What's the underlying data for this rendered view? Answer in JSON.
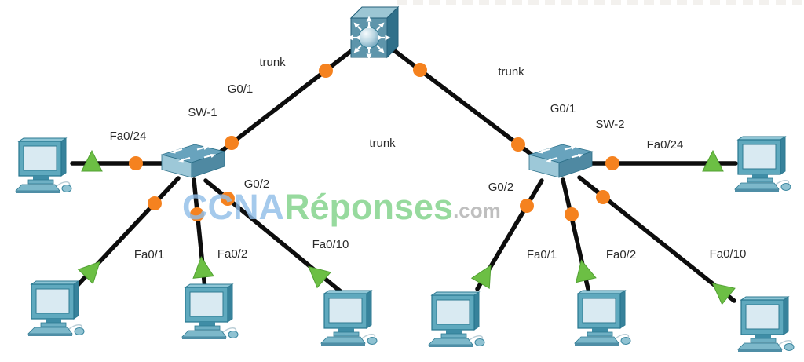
{
  "labels": {
    "sw1": "SW-1",
    "sw2": "SW-2",
    "trunk_left": "trunk",
    "trunk_center": "trunk",
    "trunk_right": "trunk",
    "g01_left": "G0/1",
    "g01_right": "G0/1",
    "g02_left": "G0/2",
    "g02_right": "G0/2",
    "fa024_left": "Fa0/24",
    "fa024_right": "Fa0/24",
    "fa01_left": "Fa0/1",
    "fa02_left": "Fa0/2",
    "fa010_left": "Fa0/10",
    "fa01_right": "Fa0/1",
    "fa02_right": "Fa0/2",
    "fa010_right": "Fa0/10"
  },
  "watermark": {
    "ccna": "CCNA",
    "reponses": "Réponses",
    "com": ".com"
  },
  "colors": {
    "link": "#0d0d0d",
    "port_activity_dot": "#f5821f",
    "link_status_up": "#6cbf44",
    "switch_top": "#68a3bd",
    "switch_front": "#9dc8d8",
    "switch_side": "#4f89a2",
    "watermark_blue": "#a5c9ec",
    "watermark_green": "#8fd492",
    "watermark_gray": "#bcbcbc"
  },
  "topology": {
    "devices": [
      {
        "id": "core-switch",
        "type": "multilayer-switch",
        "label": ""
      },
      {
        "id": "sw1",
        "type": "switch",
        "label": "SW-1"
      },
      {
        "id": "sw2",
        "type": "switch",
        "label": "SW-2"
      },
      {
        "id": "pc-left",
        "type": "pc"
      },
      {
        "id": "pc-left-1",
        "type": "pc"
      },
      {
        "id": "pc-left-2",
        "type": "pc"
      },
      {
        "id": "pc-left-3",
        "type": "pc"
      },
      {
        "id": "pc-right",
        "type": "pc"
      },
      {
        "id": "pc-right-1",
        "type": "pc"
      },
      {
        "id": "pc-right-2",
        "type": "pc"
      },
      {
        "id": "pc-right-3",
        "type": "pc"
      }
    ],
    "links": [
      {
        "from": "core-switch",
        "to": "sw1",
        "label": "trunk",
        "to_port": "G0/1"
      },
      {
        "from": "core-switch",
        "to": "sw2",
        "label": "trunk",
        "to_port": "G0/1"
      },
      {
        "from": "sw1",
        "to": "pc-left",
        "from_port": "Fa0/24"
      },
      {
        "from": "sw1",
        "to": "pc-left-1",
        "from_port": "Fa0/1"
      },
      {
        "from": "sw1",
        "to": "pc-left-2",
        "from_port": "Fa0/2"
      },
      {
        "from": "sw1",
        "to": "pc-left-3",
        "from_port": "Fa0/10"
      },
      {
        "from": "sw2",
        "to": "pc-right",
        "from_port": "Fa0/24"
      },
      {
        "from": "sw2",
        "to": "pc-right-1",
        "from_port": "Fa0/1"
      },
      {
        "from": "sw2",
        "to": "pc-right-2",
        "from_port": "Fa0/2"
      },
      {
        "from": "sw2",
        "to": "pc-right-3",
        "from_port": "Fa0/10"
      }
    ],
    "floating_labels": [
      "trunk",
      "G0/2",
      "G0/2"
    ]
  }
}
